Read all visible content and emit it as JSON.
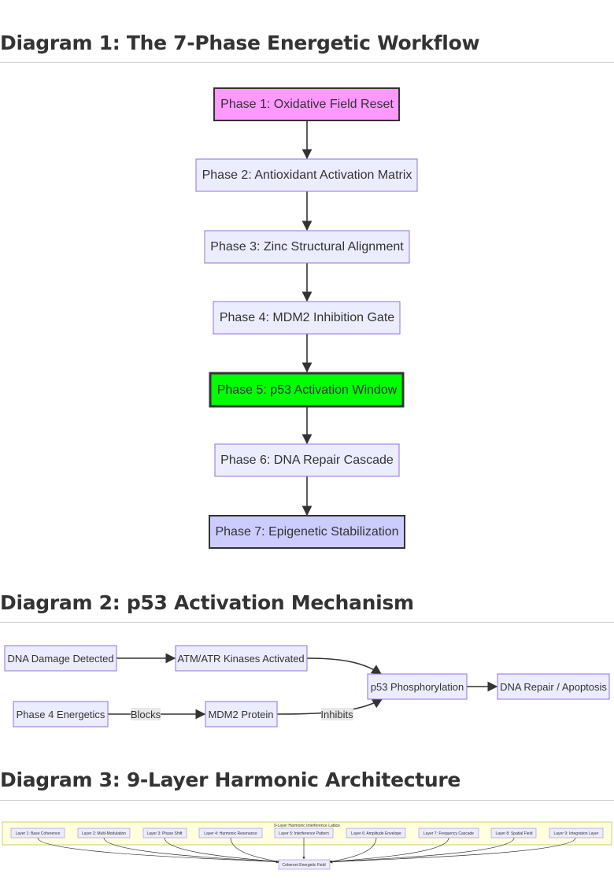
{
  "diagram1": {
    "heading": "Diagram 1: The 7-Phase Energetic Workflow",
    "phases": [
      {
        "label": "Phase 1: Oxidative Field Reset",
        "fill": "#ff99ff",
        "stroke": "#333333"
      },
      {
        "label": "Phase 2: Antioxidant Activation Matrix",
        "fill": "#ececff",
        "stroke": "#9370db"
      },
      {
        "label": "Phase 3: Zinc Structural Alignment",
        "fill": "#ececff",
        "stroke": "#9370db"
      },
      {
        "label": "Phase 4: MDM2 Inhibition Gate",
        "fill": "#ececff",
        "stroke": "#9370db"
      },
      {
        "label": "Phase 5: p53 Activation Window",
        "fill": "#00ff00",
        "stroke": "#333333"
      },
      {
        "label": "Phase 6: DNA Repair Cascade",
        "fill": "#ececff",
        "stroke": "#9370db"
      },
      {
        "label": "Phase 7: Epigenetic Stabilization",
        "fill": "#ccccff",
        "stroke": "#333333"
      }
    ]
  },
  "diagram2": {
    "heading": "Diagram 2: p53 Activation Mechanism",
    "nodes": {
      "dna_damage": "DNA Damage Detected",
      "atm_atr": "ATM/ATR Kinases Activated",
      "phase4": "Phase 4 Energetics",
      "mdm2": "MDM2 Protein",
      "p53": "p53 Phosphorylation",
      "repair": "DNA Repair / Apoptosis"
    },
    "edge_labels": {
      "blocks": "Blocks",
      "inhibits": "Inhibits"
    }
  },
  "diagram3": {
    "heading": "Diagram 3: 9-Layer Harmonic Architecture",
    "lattice_title": "9-Layer Harmonic Interference Lattice",
    "lattice_fill": "#ffffde",
    "lattice_stroke": "#aaaa33",
    "layers": [
      "Layer 1: Base Coherence",
      "Layer 2: Multi-Modulation",
      "Layer 3: Phase Shift",
      "Layer 4: Harmonic Resonance",
      "Layer 5: Interference Pattern",
      "Layer 6: Amplitude Envelope",
      "Layer 7: Frequency Cascade",
      "Layer 8: Spatial Field",
      "Layer 9: Integration Layer"
    ],
    "output": "Coherent Energetic Field"
  }
}
